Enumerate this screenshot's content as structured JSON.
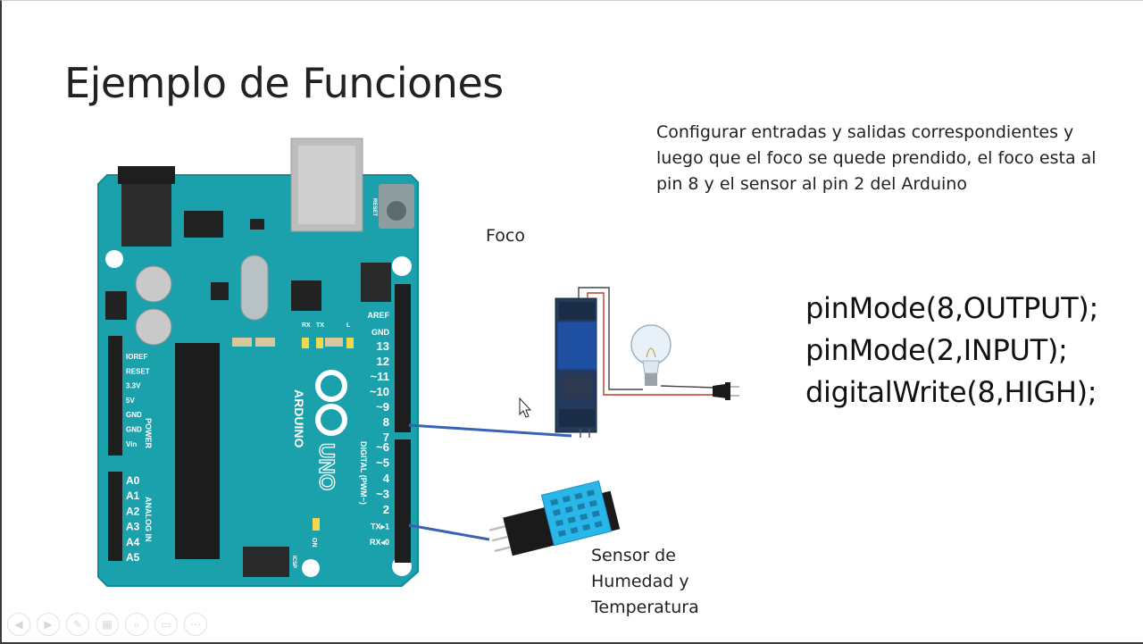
{
  "slide": {
    "title": "Ejemplo de Funciones",
    "description": "Configurar entradas y salidas correspondientes y luego que el foco se quede prendido, el foco esta al pin 8 y el sensor al pin 2 del Arduino",
    "label_foco": "Foco",
    "label_sensor": [
      "Sensor de",
      "Humedad y",
      "Temperatura"
    ],
    "code": [
      "pinMode(8,OUTPUT);",
      "pinMode(2,INPUT);",
      "digitalWrite(8,HIGH);"
    ]
  },
  "board": {
    "brand": "ARDUINO",
    "model": "UNO",
    "header_labels": [
      "AREF",
      "GND",
      "13",
      "12",
      "~11",
      "~10",
      "~9",
      "8",
      "7",
      "~6",
      "~5",
      "4",
      "~3",
      "2",
      "TX▸1",
      "RX◂0"
    ],
    "power_labels": [
      "IOREF",
      "RESET",
      "3.3V",
      "5V",
      "GND",
      "GND",
      "Vin"
    ],
    "analog_labels": [
      "A0",
      "A1",
      "A2",
      "A3",
      "A4",
      "A5"
    ],
    "side_texts": [
      "DIGITAL (PWM~)",
      "POWER",
      "ANALOG IN",
      "ON",
      "RESET",
      "ICSP",
      "L",
      "TX",
      "RX"
    ]
  },
  "colors": {
    "board": "#1aa1ac",
    "relay": "#1f4fa0",
    "sensor": "#29b6e8",
    "wire": "#3a62b2"
  },
  "toolbar_icons": [
    "prev-icon",
    "next-icon",
    "pen-icon",
    "slides-icon",
    "zoom-icon",
    "subtitles-icon",
    "more-icon"
  ]
}
